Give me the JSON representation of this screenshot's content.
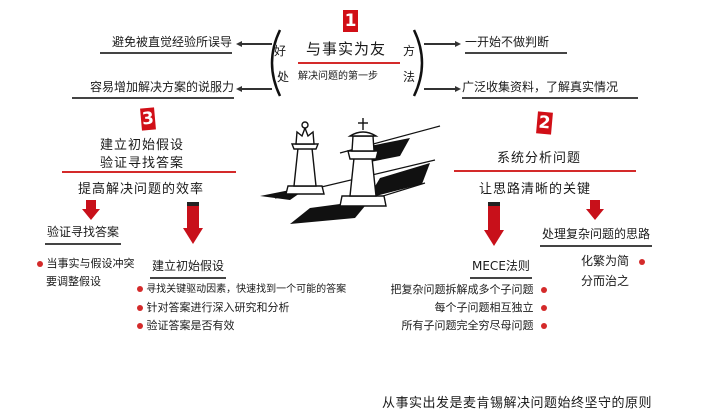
{
  "section1": {
    "number": "1",
    "title": "与事实为友",
    "subtitle": "解决问题的第一步",
    "left_bracket_label": [
      "好",
      "处"
    ],
    "right_bracket_label": [
      "方",
      "法"
    ],
    "benefits": [
      "避免被直觉经验所误导",
      "容易增加解决方案的说服力"
    ],
    "methods": [
      "一开始不做判断",
      "广泛收集资料，了解真实情况"
    ]
  },
  "section2": {
    "number": "2",
    "title": "系统分析问题",
    "subtitle": "让思路清晰的关键",
    "branches": [
      {
        "title": "MECE法则",
        "bullets": [
          "把复杂问题拆解成多个子问题",
          "每个子问题相互独立",
          "所有子问题完全穷尽母问题"
        ]
      },
      {
        "title": "处理复杂问题的思路",
        "bullets": [
          "化繁为简",
          "分而治之"
        ]
      }
    ]
  },
  "section3": {
    "number": "3",
    "title_line1": "建立初始假设",
    "title_line2": "验证寻找答案",
    "subtitle": "提高解决问题的效率",
    "branches": [
      {
        "title": "验证寻找答案",
        "bullets": [
          "当事实与假设冲突",
          "要调整假设"
        ]
      },
      {
        "title": "建立初始假设",
        "bullets": [
          "寻找关键驱动因素，快速找到一个可能的答案",
          "针对答案进行深入研究和分析",
          "验证答案是否有效"
        ]
      }
    ]
  },
  "footer": {
    "caption": "从事实出发是麦肯锡解决问题始终坚守的原则"
  },
  "illustration": {
    "icon": "chess-king-queen-board-icon"
  },
  "colors": {
    "accent_red": "#d10f17",
    "line_red": "#d42a2a",
    "ink": "#1a1a1a"
  }
}
